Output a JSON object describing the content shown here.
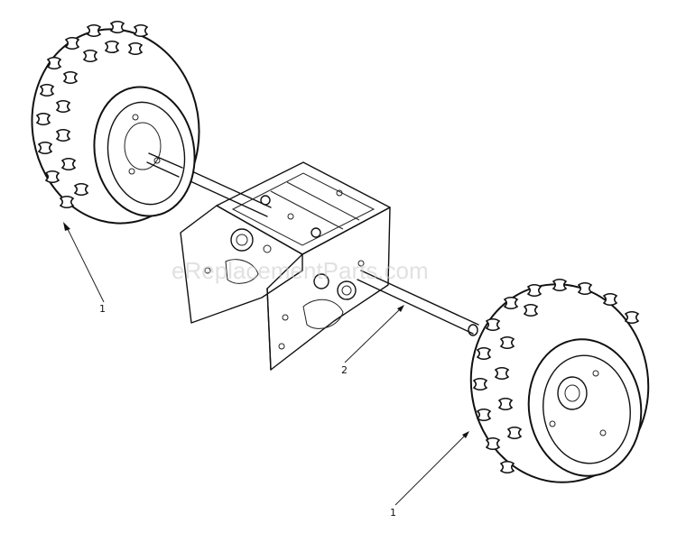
{
  "diagram": {
    "watermark": "eReplacementParts.com",
    "callouts": [
      {
        "id": "left-wheel",
        "label": "1"
      },
      {
        "id": "axle",
        "label": "2"
      },
      {
        "id": "right-wheel",
        "label": "1"
      }
    ]
  }
}
